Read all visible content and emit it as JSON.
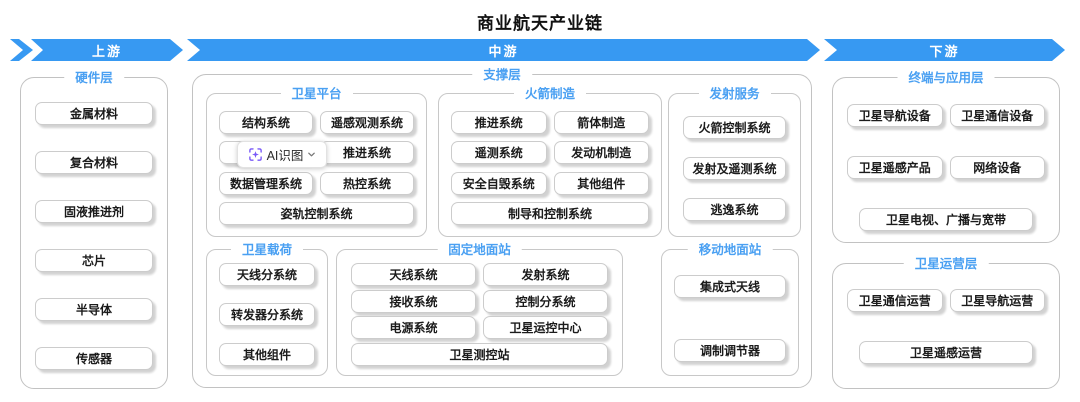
{
  "title": "商业航天产业链",
  "colors": {
    "arrow_blue": "#3799f2",
    "label_blue": "#4aa0f2"
  },
  "arrows": {
    "upstream": "上游",
    "midstream": "中游",
    "downstream": "下游"
  },
  "upstream": {
    "layer_label": "硬件层",
    "items": [
      "金属材料",
      "复合材料",
      "固液推进剂",
      "芯片",
      "半导体",
      "传感器"
    ]
  },
  "midstream": {
    "layer_label": "支撑层",
    "satellite_platform": {
      "label": "卫星平台",
      "grid": [
        [
          "结构系统",
          "遥感观测系统"
        ],
        [
          "",
          "推进系统"
        ],
        [
          "数据管理系统",
          "热控系统"
        ]
      ],
      "full": "姿轨控制系统"
    },
    "rocket_manufacturing": {
      "label": "火箭制造",
      "grid": [
        [
          "推进系统",
          "箭体制造"
        ],
        [
          "遥测系统",
          "发动机制造"
        ],
        [
          "安全自毁系统",
          "其他组件"
        ]
      ],
      "full": "制导和控制系统"
    },
    "launch_services": {
      "label": "发射服务",
      "items": [
        "火箭控制系统",
        "发射及遥测系统",
        "逃逸系统"
      ]
    },
    "satellite_payload": {
      "label": "卫星载荷",
      "items": [
        "天线分系统",
        "转发器分系统",
        "其他组件"
      ]
    },
    "fixed_ground_station": {
      "label": "固定地面站",
      "grid": [
        [
          "天线系统",
          "发射系统"
        ],
        [
          "接收系统",
          "控制分系统"
        ],
        [
          "电源系统",
          "卫星运控中心"
        ]
      ],
      "full": "卫星测控站"
    },
    "mobile_ground_station": {
      "label": "移动地面站",
      "items": [
        "集成式天线",
        "调制调节器"
      ]
    }
  },
  "downstream": {
    "terminal_application": {
      "layer_label": "终端与应用层",
      "grid": [
        [
          "卫星导航设备",
          "卫星通信设备"
        ],
        [
          "卫星遥感产品",
          "网络设备"
        ]
      ],
      "full": "卫星电视、广播与宽带"
    },
    "satellite_operations": {
      "layer_label": "卫星运营层",
      "grid": [
        [
          "卫星通信运营",
          "卫星导航运营"
        ]
      ],
      "full": "卫星遥感运营"
    }
  },
  "ai_overlay": {
    "label": "AI识图"
  }
}
